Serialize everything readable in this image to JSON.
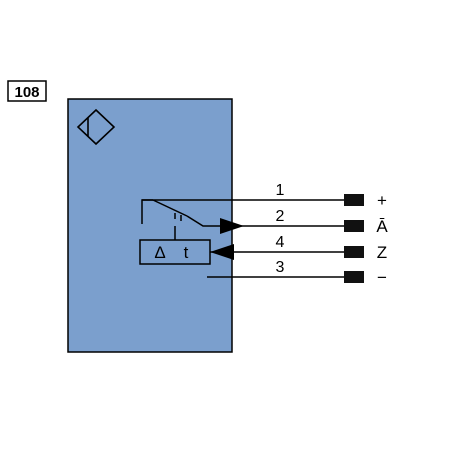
{
  "figure_number": "108",
  "delay_block": {
    "symbol": "Δ",
    "label": "t"
  },
  "wires": [
    {
      "pin": "1",
      "signal": "+"
    },
    {
      "pin": "2",
      "signal": "Ā"
    },
    {
      "pin": "4",
      "signal": "Z"
    },
    {
      "pin": "3",
      "signal": "−"
    }
  ],
  "colors": {
    "sensor_body": "#7b9fcd",
    "stroke": "#000000",
    "background": "#ffffff"
  },
  "icons": {
    "sensor": "inductive-sensor-diamond-icon"
  }
}
